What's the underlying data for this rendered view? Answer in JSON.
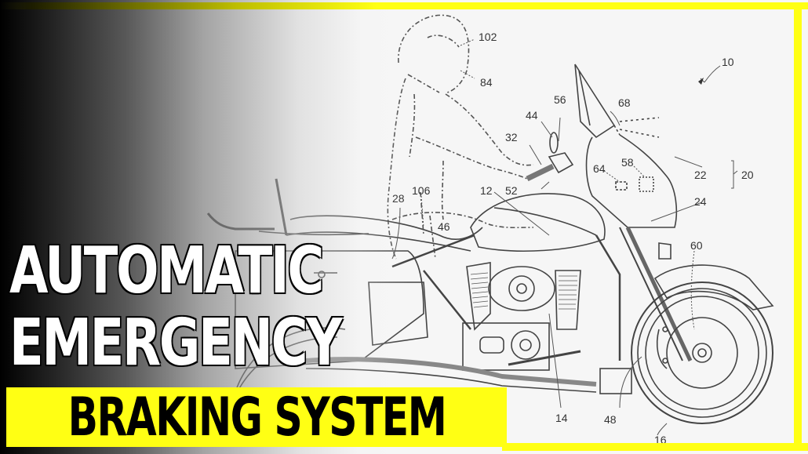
{
  "thumbnail": {
    "title_line_1": "AUTOMATIC",
    "title_line_2": "EMERGENCY",
    "banner_text": "BRAKING SYSTEM"
  },
  "colors": {
    "accent_yellow": "#ffff14",
    "title_text": "#ffffff",
    "banner_text": "#000000",
    "gradient_start": "#000000",
    "drawing_background": "#f6f6f6"
  },
  "patent_drawing": {
    "subject": "motorcycle with rider (dashed outline)",
    "reference_numerals": {
      "n10": "10",
      "n102": "102",
      "n84": "84",
      "n56": "56",
      "n44": "44",
      "n68": "68",
      "n32": "32",
      "n64": "64",
      "n58": "58",
      "n22": "22",
      "n20": "20",
      "n24": "24",
      "n52": "52",
      "n12": "12",
      "n106": "106",
      "n28": "28",
      "n46": "46",
      "n60": "60",
      "n14": "14",
      "n48": "48",
      "n16": "16"
    }
  }
}
